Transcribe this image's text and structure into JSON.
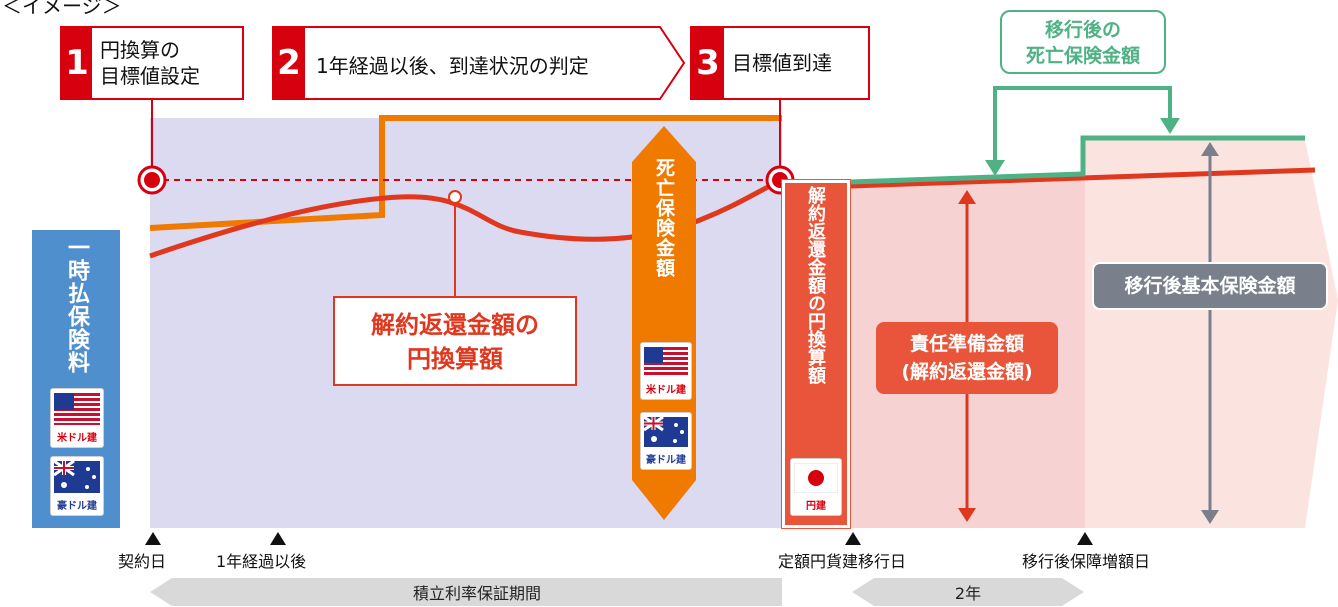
{
  "header": {
    "top_label": "＜イメージ＞"
  },
  "steps": [
    {
      "num": "1",
      "line1": "円換算の",
      "line2": "目標値設定"
    },
    {
      "num": "2",
      "label": "1年経過以後、到達状況の判定"
    },
    {
      "num": "3",
      "label": "目標値到達"
    }
  ],
  "labels": {
    "single_premium": "一時払保険料",
    "death_benefit": "死亡保険金額",
    "surrender_yen": "解約返還金額の円換算額",
    "surrender_callout_line1": "解約返還金額の",
    "surrender_callout_line2": "円換算額",
    "post_death_line1": "移行後の",
    "post_death_line2": "死亡保険金額",
    "reserve_line1": "責任準備金額",
    "reserve_line2": "(解約返還金額)",
    "post_basic": "移行後基本保険金額"
  },
  "flags": {
    "usd": "米ドル建",
    "aud": "豪ドル建",
    "jpy": "円建"
  },
  "axis": {
    "contract_day": "契約日",
    "after_one_year": "1年経過以後",
    "yen_transition_day": "定額円貨建移行日",
    "post_increase_day": "移行後保障増額日"
  },
  "periods": {
    "guarantee_period": "積立利率保証期間",
    "two_years": "2年"
  },
  "colors": {
    "red": "#d7000f",
    "orange": "#f07a00",
    "green": "#4fb285",
    "blue": "#4f8fcd",
    "lavender": "#dcdaf0",
    "pink": "#f6d2d3",
    "light_pink": "#fbe3e0",
    "gray": "#7a7f8c"
  }
}
